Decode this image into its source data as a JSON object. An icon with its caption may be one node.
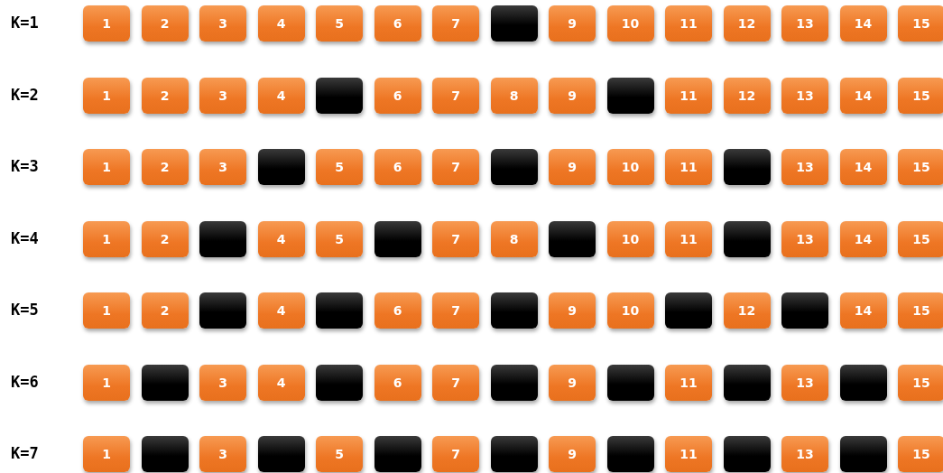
{
  "diagram": {
    "nodes": [
      {
        "text": [
          "1"
        ]
      },
      {
        "text": [
          "2"
        ]
      },
      {
        "text": [
          "3"
        ]
      },
      {
        "text": [
          "4"
        ]
      },
      {
        "text": [
          "5"
        ]
      },
      {
        "text": [
          "6"
        ]
      },
      {
        "text": [
          "7"
        ]
      },
      {
        "text": [],
        "shape": "box"
      },
      {
        "text": [
          "9"
        ]
      },
      {
        "text": [
          "10"
        ]
      },
      {
        "text": [
          "11"
        ]
      },
      {
        "text": [
          "12"
        ]
      },
      {
        "text": [
          "13"
        ]
      },
      {
        "text": [
          "14"
        ]
      },
      {
        "text": [
          "15"
        ]
      },
      {
        "text": [
          "1"
        ]
      },
      {
        "text": [
          "2"
        ]
      },
      {
        "text": [
          "3"
        ]
      },
      {
        "text": [
          "4"
        ]
      },
      {
        "text": [],
        "shape": "box"
      },
      {
        "text": [
          "6"
        ]
      },
      {
        "text": [
          "7"
        ]
      },
      {
        "text": [
          "8"
        ]
      },
      {
        "text": [
          "9"
        ]
      },
      {
        "text": [],
        "shape": "box"
      },
      {
        "text": [
          "11"
        ]
      },
      {
        "text": [
          "12"
        ]
      },
      {
        "text": [
          "13"
        ]
      },
      {
        "text": [
          "14"
        ]
      },
      {
        "text": [
          "15"
        ]
      },
      {
        "text": [
          "1"
        ]
      },
      {
        "text": [
          "2"
        ]
      },
      {
        "text": [
          "3"
        ]
      },
      {
        "text": [],
        "shape": "box"
      },
      {
        "text": [
          "5"
        ]
      },
      {
        "text": [
          "6"
        ]
      },
      {
        "text": [
          "7"
        ]
      },
      {
        "text": [],
        "shape": "box"
      },
      {
        "text": [
          "9"
        ]
      },
      {
        "text": [
          "10"
        ]
      },
      {
        "text": [
          "11"
        ]
      },
      {
        "text": [],
        "shape": "box"
      },
      {
        "text": [
          "13"
        ]
      },
      {
        "text": [
          "14"
        ]
      },
      {
        "text": [
          "15"
        ]
      },
      {
        "text": [
          "1"
        ]
      },
      {
        "text": [
          "2"
        ]
      },
      {
        "text": [],
        "shape": "box"
      },
      {
        "text": [
          "4"
        ]
      },
      {
        "text": [
          "5"
        ]
      },
      {
        "text": [],
        "shape": "box"
      },
      {
        "text": [
          "7"
        ]
      },
      {
        "text": [
          "8"
        ]
      },
      {
        "text": [],
        "shape": "box"
      },
      {
        "text": [
          "10"
        ]
      },
      {
        "text": [
          "11"
        ]
      },
      {
        "text": [],
        "shape": "box"
      },
      {
        "text": [
          "13"
        ]
      },
      {
        "text": [
          "14"
        ]
      },
      {
        "text": [
          "15"
        ]
      },
      {
        "text": [
          "1"
        ]
      },
      {
        "text": [
          "2"
        ]
      },
      {
        "text": [],
        "shape": "box"
      },
      {
        "text": [
          "4"
        ]
      },
      {
        "text": [],
        "shape": "box"
      },
      {
        "text": [
          "6"
        ]
      },
      {
        "text": [
          "7"
        ]
      },
      {
        "text": [],
        "shape": "box"
      },
      {
        "text": [
          "9"
        ]
      },
      {
        "text": [
          "10"
        ]
      },
      {
        "text": [],
        "shape": "box"
      },
      {
        "text": [
          "12"
        ]
      },
      {
        "text": [],
        "shape": "box"
      },
      {
        "text": [
          "14"
        ]
      },
      {
        "text": [
          "15"
        ]
      },
      {
        "text": [
          "1"
        ]
      },
      {
        "text": [],
        "shape": "box"
      },
      {
        "text": [
          "3"
        ]
      },
      {
        "text": [
          "4"
        ]
      },
      {
        "text": [],
        "shape": "box"
      },
      {
        "text": [
          "6"
        ]
      },
      {
        "text": [
          "7"
        ]
      },
      {
        "text": [],
        "shape": "box"
      },
      {
        "text": [
          "9"
        ]
      },
      {
        "text": [],
        "shape": "box"
      },
      {
        "text": [
          "11"
        ]
      },
      {
        "text": [],
        "shape": "box"
      },
      {
        "text": [
          "13"
        ]
      },
      {
        "text": [],
        "shape": "box"
      },
      {
        "text": [
          "15"
        ]
      },
      {
        "text": [
          "1"
        ]
      },
      {
        "text": [],
        "shape": "box"
      },
      {
        "text": [
          "3"
        ]
      },
      {
        "text": [],
        "shape": "box"
      },
      {
        "text": [
          "5"
        ]
      },
      {
        "text": [],
        "shape": "box"
      },
      {
        "text": [
          "7"
        ]
      },
      {
        "text": [],
        "shape": "box"
      },
      {
        "text": [
          "9"
        ]
      },
      {
        "text": [],
        "shape": "box"
      },
      {
        "text": [
          "11"
        ]
      },
      {
        "text": [],
        "shape": "box"
      },
      {
        "text": [
          "13"
        ]
      },
      {
        "text": [],
        "shape": "box"
      },
      {
        "text": [
          "15"
        ]
      }
    ],
    "labels": [
      "K=1",
      "K=2",
      "K=3",
      "K=4",
      "K=5",
      "K=6",
      "K=7"
    ]
  }
}
